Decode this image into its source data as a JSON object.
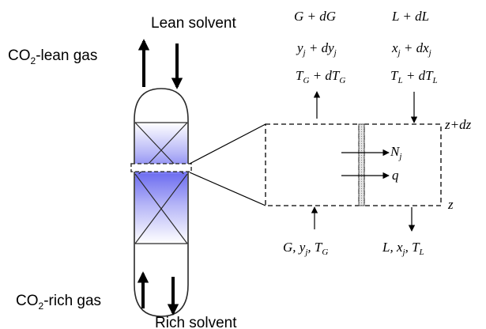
{
  "labels": {
    "lean_gas": {
      "main": "CO",
      "sub": "2",
      "rest": "-lean gas"
    },
    "lean_solvent": "Lean solvent",
    "rich_gas": {
      "main": "CO",
      "sub": "2",
      "rest": "-rich gas"
    },
    "rich_solvent": "Rich solvent"
  },
  "element": {
    "top_left": [
      "G + dG",
      "y_j + dy_j",
      "T_G + dT_G"
    ],
    "top_right": [
      "L + dL",
      "x_j + dx_j",
      "T_L + dT_L"
    ],
    "bottom_left": "G, y_j, T_G",
    "bottom_right": "L, x_j, T_L",
    "flux_mass": "N_j",
    "flux_heat": "q",
    "z_top": "z+dz",
    "z_bottom": "z"
  },
  "colors": {
    "packing": "#6f6ff0",
    "shell": "#2a2a2a",
    "interface": "#999999"
  }
}
